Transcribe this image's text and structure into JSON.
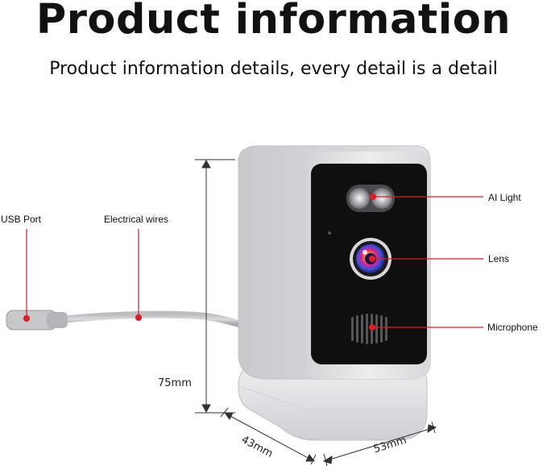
{
  "header": {
    "title": "Product information",
    "subtitle": "Product information details, every detail is a detail"
  },
  "callouts": {
    "usb_port": "USB Port",
    "electrical_wires": "Electrical wires",
    "ai_light": "AI Light",
    "lens": "Lens",
    "microphone": "Microphone"
  },
  "dimensions": {
    "height": "75mm",
    "depth": "43mm",
    "width": "53mm"
  },
  "colors": {
    "callout_red": "#d3212c",
    "body_white": "#e9e9ea",
    "face_black": "#0f0f10"
  }
}
